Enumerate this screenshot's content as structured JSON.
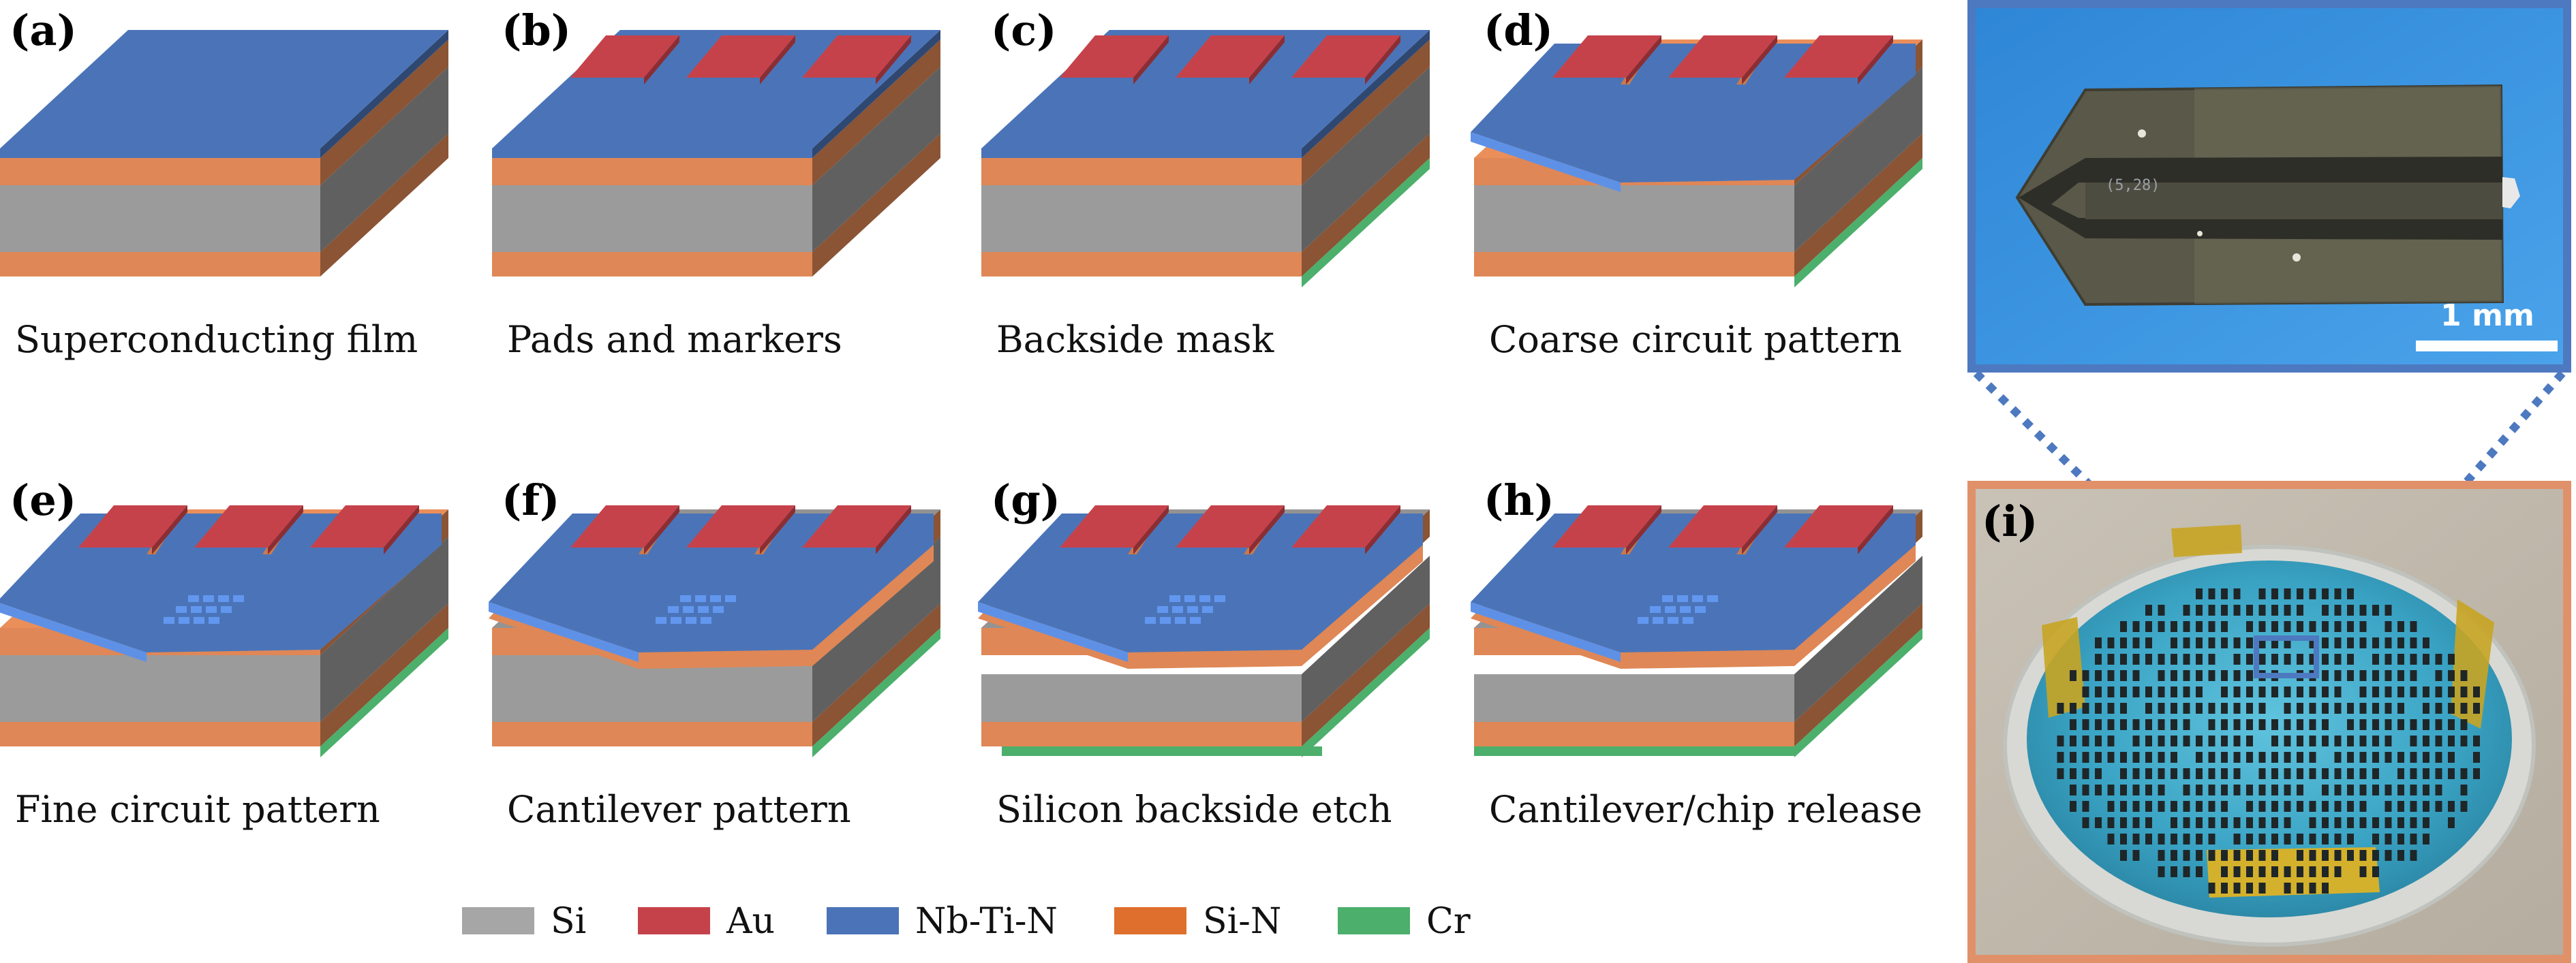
{
  "colors": {
    "si": "#9b9b9b",
    "au": "#c6424a",
    "nbtin": "#4b74b8",
    "sin": "#df8756",
    "cr": "#4caf6b",
    "photo_frame_top": "#4d79c0",
    "photo_frame_bottom": "#e0916a"
  },
  "panels": [
    {
      "label": "(a)",
      "caption": "Superconducting film"
    },
    {
      "label": "(b)",
      "caption": "Pads and markers"
    },
    {
      "label": "(c)",
      "caption": "Backside mask"
    },
    {
      "label": "(d)",
      "caption": "Coarse circuit pattern"
    },
    {
      "label": "(e)",
      "caption": "Fine circuit pattern"
    },
    {
      "label": "(f)",
      "caption": "Cantilever pattern"
    },
    {
      "label": "(g)",
      "caption": "Silicon backside etch"
    },
    {
      "label": "(h)",
      "caption": "Cantilever/chip release"
    }
  ],
  "legend": [
    {
      "name": "Si",
      "color": "#a6a6a6"
    },
    {
      "name": "Au",
      "color": "#c6424a"
    },
    {
      "name": "Nb-Ti-N",
      "color": "#4b74b8"
    },
    {
      "name": "Si-N",
      "color": "#df6f2c"
    },
    {
      "name": "Cr",
      "color": "#4caf6b"
    }
  ],
  "photo_chip": {
    "chip_text": "(5,28)",
    "scale_bar_label": "1 mm"
  },
  "photo_wafer": {
    "label": "(i)"
  }
}
